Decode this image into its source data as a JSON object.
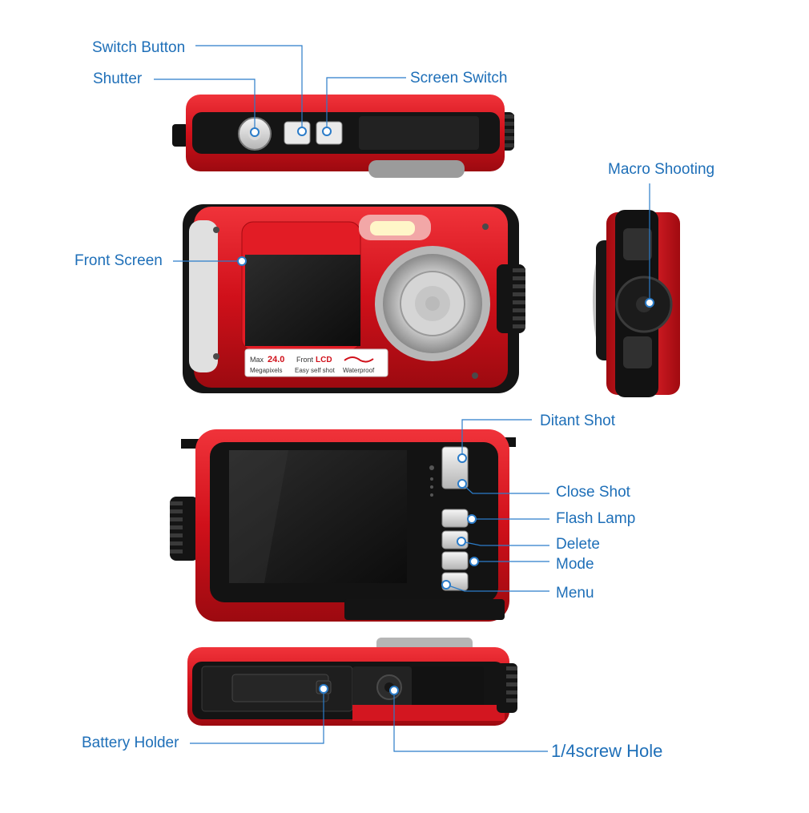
{
  "labels": {
    "switch_button": "Switch Button",
    "shutter": "Shutter",
    "screen_switch": "Screen Switch",
    "macro_shooting": "Macro Shooting",
    "front_screen": "Front Screen",
    "ditant_shot": "Ditant Shot",
    "close_shot": "Close Shot",
    "flash_lamp": "Flash Lamp",
    "delete": "Delete",
    "mode": "Mode",
    "menu": "Menu",
    "battery_holder": "Battery Holder",
    "screw_hole": "1/4screw Hole"
  },
  "camera_badge": {
    "max": "Max",
    "megapixels_value": "24.0",
    "megapixels": "Megapixels",
    "front": "Front",
    "lcd": "LCD",
    "easy_selfie": "Easy self shot",
    "waterproof": "Waterproof"
  },
  "colors": {
    "label": "#1e6fb8",
    "body_red": "#d0101a",
    "body_dark": "#1a1a1a"
  }
}
